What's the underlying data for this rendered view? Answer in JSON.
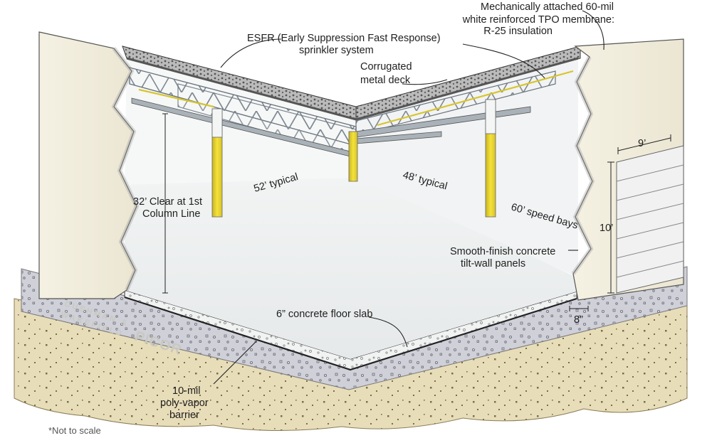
{
  "labels": {
    "tpo_line1": "Mechanically attached 60-mil",
    "tpo_line2": "white reinforced TPO membrane:",
    "tpo_line3": "R-25 insulation",
    "esfr_line1": "ESFR (Early Suppression Fast Response)",
    "esfr_line2": "sprinkler system",
    "deck_line1": "Corrugated",
    "deck_line2": "metal deck",
    "clear_line1": "32’ Clear at 1st",
    "clear_line2": "Column Line",
    "bay52": "52’ typical",
    "bay48": "48’ typical",
    "speed_bays": "60’ speed bays",
    "door_width": "9’",
    "door_height": "10’",
    "panel_line1": "Smooth-finish concrete",
    "panel_line2": "tilt-wall panels",
    "slab": "6” concrete floor slab",
    "wall_thk": "8”",
    "vapor_line1": "10-mil",
    "vapor_line2": "poly-vapor",
    "vapor_line3": "barrier",
    "footnote": "*Not to scale"
  },
  "watermark": {
    "line1": "CUSHMAN &",
    "line2": "WAKEFIELD",
    "brand": "PICOR"
  },
  "colors": {
    "column_yellow": "#f2dc2a",
    "wall_cream": "#f3efe0",
    "floor_gray": "#eef0f0",
    "soil_tan": "#e7dcb8",
    "gravel_gray": "#cfd0d6"
  }
}
